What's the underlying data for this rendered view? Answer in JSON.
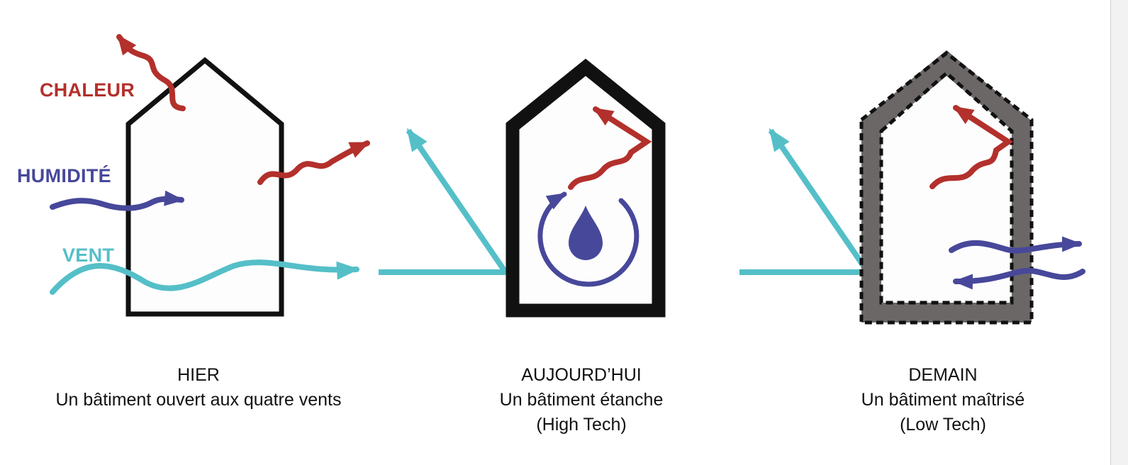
{
  "labels": {
    "heat": "CHALEUR",
    "humidity": "HUMIDITÉ",
    "wind": "VENT"
  },
  "colors": {
    "heat": "#b3302c",
    "humidity": "#47489a",
    "wind": "#55bfc8",
    "wall": "#111111",
    "insulation": "#6b6767"
  },
  "panels": [
    {
      "title": "HIER",
      "subtitle": "Un bâtiment ouvert aux quatre vents",
      "note": ""
    },
    {
      "title": "AUJOURD’HUI",
      "subtitle": "Un bâtiment étanche",
      "note": "(High Tech)"
    },
    {
      "title": "DEMAIN",
      "subtitle": "Un bâtiment maîtrisé",
      "note": "(Low Tech)"
    }
  ]
}
